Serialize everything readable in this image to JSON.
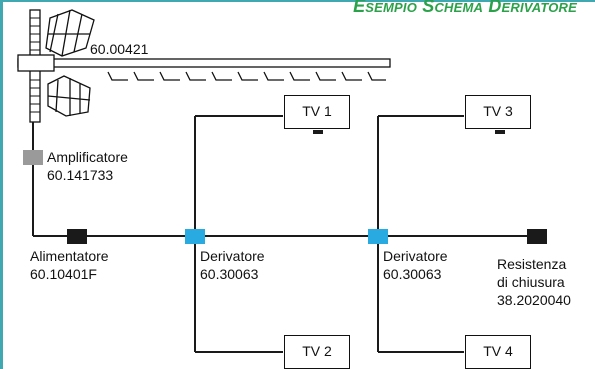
{
  "title": "Esempio Schema Derivatore",
  "colors": {
    "frame": "#3fa8b0",
    "title": "#2aa24a",
    "splitter": "#29abe2",
    "amplifier": "#9a9a9a",
    "dark_component": "#1a1a1a",
    "line": "#1a1a1a"
  },
  "antenna": {
    "code": "60.00421",
    "icon": "antenna-icon"
  },
  "amplifier": {
    "name": "Amplificatore",
    "code": "60.141733"
  },
  "power_supply": {
    "name": "Alimentatore",
    "code": "60.10401F"
  },
  "splitter_1": {
    "name": "Derivatore",
    "code": "60.30063"
  },
  "splitter_2": {
    "name": "Derivatore",
    "code": "60.30063"
  },
  "terminator": {
    "name_line1": "Resistenza",
    "name_line2": "di chiusura",
    "code": "38.2020040"
  },
  "tvs": [
    {
      "label": "TV 1"
    },
    {
      "label": "TV 2"
    },
    {
      "label": "TV 3"
    },
    {
      "label": "TV 4"
    }
  ]
}
